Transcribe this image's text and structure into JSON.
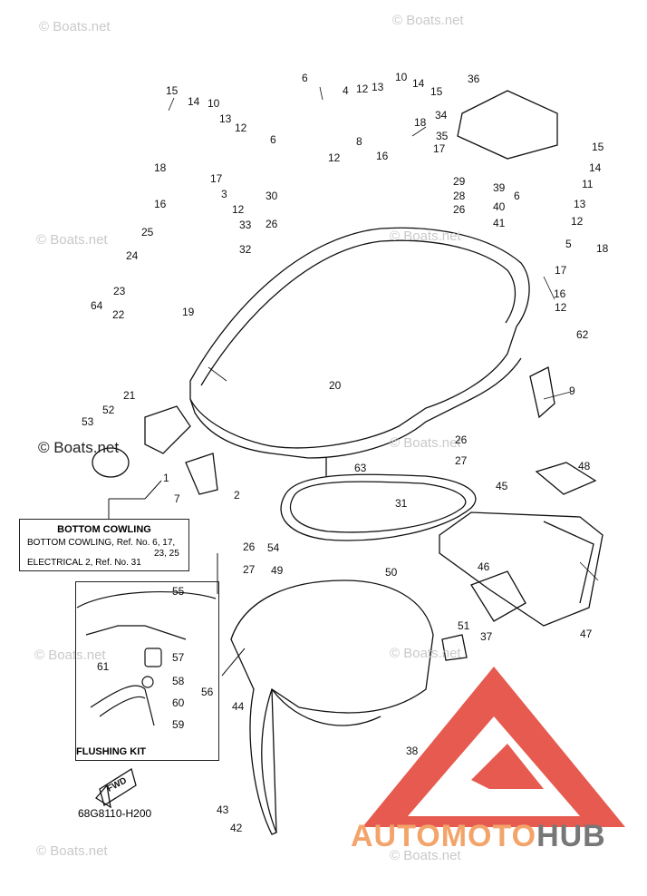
{
  "watermarks": [
    "© Boats.net",
    "© Boats.net",
    "© Boats.net",
    "© Boats.net",
    "© Boats.net",
    "© Boats.net",
    "© Boats.net",
    "© Boats.net",
    "© Boats.net"
  ],
  "watermark_dark": "© Boats.net",
  "info_box": {
    "title": "BOTTOM COWLING",
    "line1": "BOTTOM COWLING, Ref. No. 6, 17,",
    "line1b": "23, 25",
    "line2": "ELECTRICAL 2, Ref. No. 31"
  },
  "flushing_kit_title": "FLUSHING KIT",
  "fwd_label": "FWD",
  "diagram_code": "68G8110-H200",
  "logo": {
    "part1": "AUTOMOTO",
    "part2": "HUB",
    "accent_color": "#e65a50",
    "text_color": "#f3a46a"
  },
  "callouts": [
    "6",
    "4",
    "12",
    "13",
    "10",
    "14",
    "15",
    "36",
    "15",
    "14",
    "10",
    "13",
    "12",
    "6",
    "18",
    "17",
    "3",
    "12",
    "16",
    "18",
    "34",
    "35",
    "8",
    "12",
    "16",
    "17",
    "29",
    "28",
    "26",
    "39",
    "40",
    "41",
    "15",
    "14",
    "11",
    "6",
    "13",
    "12",
    "5",
    "30",
    "26",
    "33",
    "32",
    "25",
    "24",
    "23",
    "22",
    "64",
    "19",
    "18",
    "17",
    "16",
    "12",
    "62",
    "20",
    "9",
    "21",
    "52",
    "53",
    "26",
    "27",
    "1",
    "63",
    "7",
    "2",
    "48",
    "31",
    "45",
    "26",
    "27",
    "54",
    "46",
    "49",
    "50",
    "55",
    "57",
    "61",
    "58",
    "56",
    "60",
    "59",
    "51",
    "37",
    "47",
    "44",
    "38",
    "43",
    "42"
  ]
}
